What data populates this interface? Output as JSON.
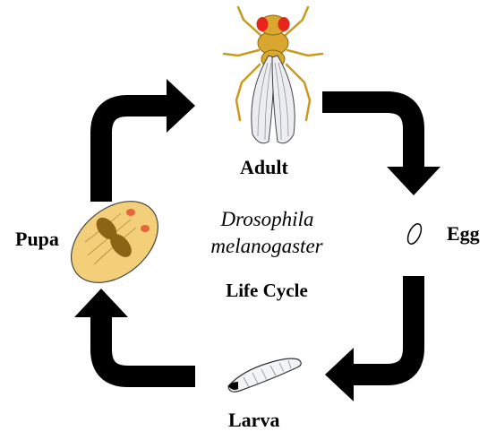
{
  "stages": {
    "adult": "Adult",
    "egg": "Egg",
    "larva": "Larva",
    "pupa": "Pupa"
  },
  "center": {
    "genus": "Drosophila",
    "species": "melanogaster",
    "title": "Life Cycle"
  },
  "colors": {
    "arrow": "#000000",
    "fly_body": "#d9a730",
    "fly_eye": "#e8251a",
    "wing": "#ecedf0",
    "pupa_body": "#f3cf7a",
    "pupa_spot": "#8b6414",
    "pupa_tip": "#e8643a",
    "larva_body": "#f2f4f6"
  }
}
